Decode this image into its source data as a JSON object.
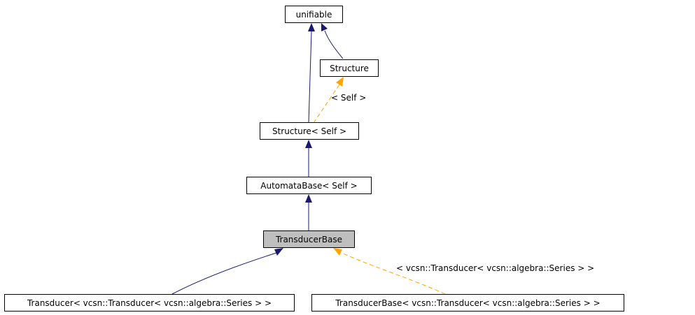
{
  "nodes": {
    "unifiable": "unifiable",
    "structure": "Structure",
    "structure_self": "Structure< Self >",
    "automata_base_self": "AutomataBase< Self >",
    "transducer_base": "TransducerBase",
    "transducer_series": "Transducer< vcsn::Transducer< vcsn::algebra::Series > >",
    "transducer_base_series": "TransducerBase< vcsn::Transducer< vcsn::algebra::Series > >"
  },
  "edge_labels": {
    "self_template": "< Self >",
    "transducer_template": "< vcsn::Transducer< vcsn::algebra::Series > >"
  },
  "colors": {
    "inheritance": "#191970",
    "template_instantiation": "#ffa500",
    "current_node": "#bfbfbf"
  }
}
